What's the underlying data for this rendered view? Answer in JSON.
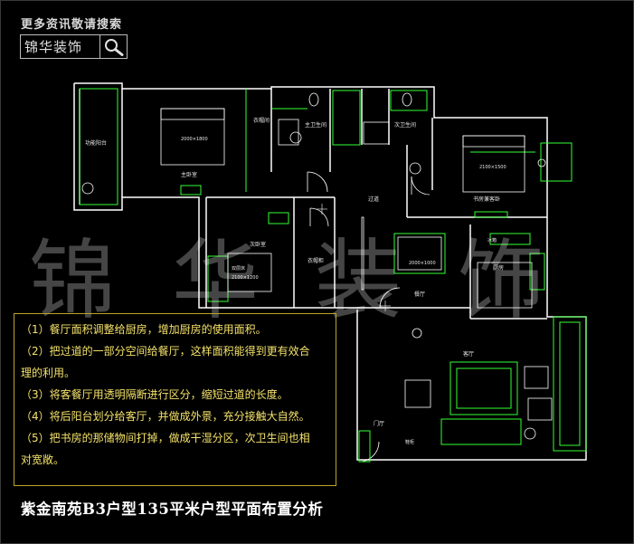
{
  "caption": "更多资讯敬请搜索",
  "logo_text": "锦华装饰",
  "icons": {
    "logo": "search-icon"
  },
  "watermark": "锦华装饰",
  "colors": {
    "note_text": "#f5e26a",
    "note_border": "#bba52a",
    "plan_green": "#33ff33",
    "plan_wall": "#ffffff"
  },
  "rooms": {
    "balcony_func": "功能阳台",
    "master_bedroom": "主卧室",
    "master_bath": "主卫生间",
    "master_closet": "衣帽间",
    "second_bath": "次卫生间",
    "corridor": "过道",
    "study_guest": "书房兼客卧",
    "second_bedroom": "次卧室",
    "cabinet": "衣帽柜",
    "dining": "餐厅",
    "kitchen": "厨房",
    "living": "客厅",
    "foyer": "门厅",
    "fridge": "冰箱",
    "shoe_cabinet": "鞋柜"
  },
  "furniture": {
    "master_bed": "2000×1800",
    "study_bed": "2100×1500",
    "second_bed": "2100×1200",
    "second_bed_name": "双层床",
    "table": "2000×1000"
  },
  "notes": [
    "（1）餐厅面积调整给厨房，增加厨房的使用面积。",
    "（2）把过道的一部分空间给餐厅，这样面积能得到更有效合",
    "理的利用。",
    "（3）将客餐厅用透明隔断进行区分，缩短过道的长度。",
    "（4）将后阳台划分给客厅，并做成外景，充分接触大自然。",
    "（5）把书房的那储物间打掉，做成干湿分区，次卫生间也相",
    "对宽敞。"
  ],
  "bottom_title": "紫金南苑B3户型135平米户型平面布置分析"
}
